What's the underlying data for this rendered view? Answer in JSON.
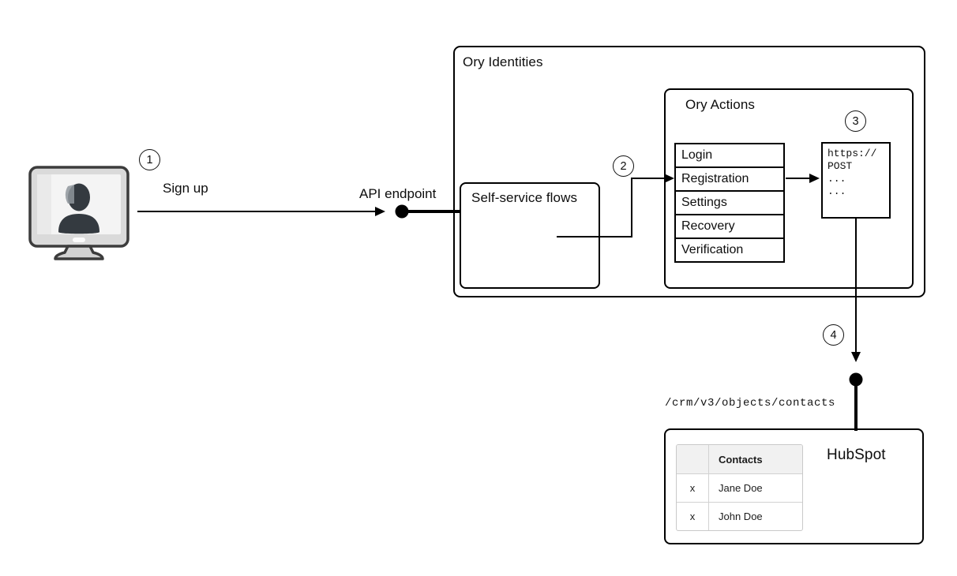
{
  "diagram": {
    "badges": {
      "step1": "1",
      "step2": "2",
      "step3": "3",
      "step4": "4"
    },
    "labels": {
      "sign_up": "Sign up",
      "api_endpoint": "API endpoint",
      "ory_identities": "Ory Identities",
      "self_service_flows": "Self-service flows",
      "ory_actions": "Ory Actions",
      "hubspot": "HubSpot",
      "crm_path": "/crm/v3/objects/contacts"
    },
    "flows": [
      "Login",
      "Registration",
      "Settings",
      "Recovery",
      "Verification"
    ],
    "code_block": {
      "lines": [
        "https://",
        "POST",
        "...",
        "..."
      ]
    },
    "contacts_table": {
      "header": "Contacts",
      "rows": [
        {
          "mark": "x",
          "name": "Jane Doe"
        },
        {
          "mark": "x",
          "name": "John Doe"
        }
      ]
    },
    "icons": [
      "user-computer-icon",
      "endpoint-dot-icon",
      "arrowhead-icon"
    ],
    "colors": {
      "stroke": "#000000",
      "background": "#ffffff",
      "table_header_bg": "#f1f1f1",
      "table_border": "#c9c9c9",
      "monitor_body": "#dadada",
      "monitor_outline": "#3c3c3c",
      "person_silhouette": "#343a40"
    }
  }
}
